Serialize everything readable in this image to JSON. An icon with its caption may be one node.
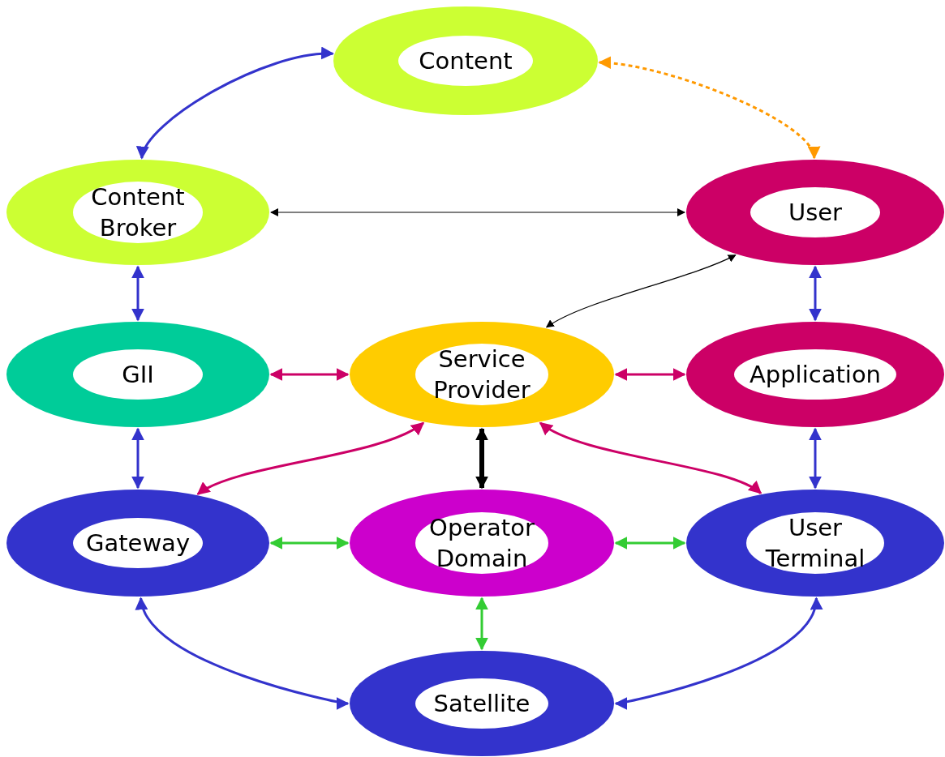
{
  "diagram": {
    "nodes": [
      {
        "text": [
          "Content"
        ]
      },
      {
        "text": [
          "Content Broker"
        ]
      },
      {
        "text": [
          "User"
        ]
      },
      {
        "text": [
          "GII"
        ]
      },
      {
        "text": [
          "Service Provider"
        ]
      },
      {
        "text": [
          "Application"
        ]
      },
      {
        "text": [
          "Gateway"
        ]
      },
      {
        "text": [
          "Operator Domain"
        ]
      },
      {
        "text": [
          "User Terminal"
        ]
      },
      {
        "text": [
          "Satellite"
        ]
      }
    ],
    "edges": [
      {
        "from": 0,
        "to": 1,
        "arrow": "both"
      },
      {
        "from": 0,
        "to": 2,
        "arrow": "both",
        "style": "dashed",
        "color": "#ff9900"
      },
      {
        "from": 1,
        "to": 2,
        "arrow": "both",
        "color": "#000000"
      },
      {
        "from": 2,
        "to": 4,
        "arrow": "both",
        "color": "#000000"
      },
      {
        "from": 1,
        "to": 3,
        "arrow": "both"
      },
      {
        "from": 2,
        "to": 5,
        "arrow": "both"
      },
      {
        "from": 3,
        "to": 4,
        "arrow": "both",
        "color": "#cc0066"
      },
      {
        "from": 4,
        "to": 5,
        "arrow": "both",
        "color": "#cc0066"
      },
      {
        "from": 4,
        "to": 6,
        "arrow": "both",
        "color": "#cc0066"
      },
      {
        "from": 4,
        "to": 7,
        "arrow": "both",
        "style": "thick",
        "color": "#000000"
      },
      {
        "from": 4,
        "to": 8,
        "arrow": "both",
        "color": "#cc0066"
      },
      {
        "from": 3,
        "to": 6,
        "arrow": "both"
      },
      {
        "from": 5,
        "to": 8,
        "arrow": "both"
      },
      {
        "from": 6,
        "to": 7,
        "arrow": "both",
        "color": "#33cc33"
      },
      {
        "from": 7,
        "to": 8,
        "arrow": "both",
        "color": "#33cc33"
      },
      {
        "from": 7,
        "to": 9,
        "arrow": "both",
        "color": "#33cc33"
      },
      {
        "from": 6,
        "to": 9,
        "arrow": "both"
      },
      {
        "from": 8,
        "to": 9,
        "arrow": "both"
      }
    ]
  }
}
